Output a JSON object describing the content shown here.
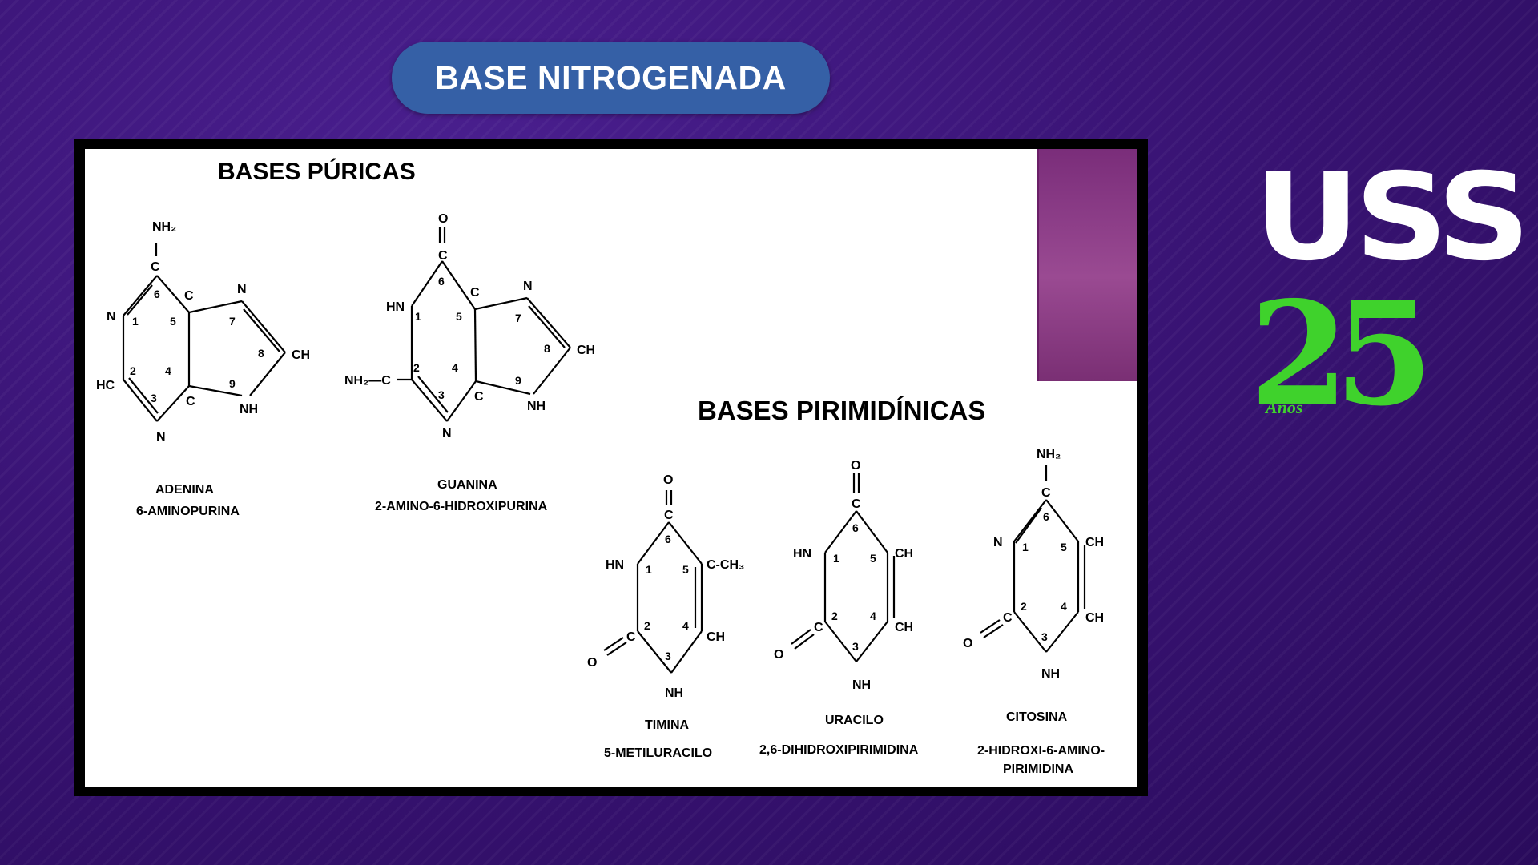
{
  "slide": {
    "title": "BASE NITROGENADA"
  },
  "figure": {
    "purine_heading": "BASES PÚRICAS",
    "pyrimidine_heading": "BASES PIRIMIDÍNICAS",
    "molecules": [
      {
        "id": "adenina",
        "name": "ADENINA",
        "subtitle": "6-AMINOPURINA"
      },
      {
        "id": "guanina",
        "name": "GUANINA",
        "subtitle": "2-AMINO-6-HIDROXIPURINA"
      },
      {
        "id": "timina",
        "name": "TIMINA",
        "subtitle": "5-METILURACILO"
      },
      {
        "id": "uracilo",
        "name": "URACILO",
        "subtitle": "2,6-DIHIDROXIPIRIMIDINA"
      },
      {
        "id": "citosina",
        "name": "CITOSINA",
        "subtitle_line1": "2-HIDROXI-6-AMINO-",
        "subtitle_line2": "PIRIMIDINA"
      }
    ],
    "atoms": {
      "nh2": "NH₂",
      "n": "N",
      "c": "C",
      "o": "O",
      "ch": "CH",
      "hc": "HC",
      "nh": "NH",
      "hn": "HN",
      "c_ch3": "C-CH₃",
      "nh2_c": "NH₂—C",
      "n1": "1",
      "n2": "2",
      "n3": "3",
      "n4": "4",
      "n5": "5",
      "n6": "6",
      "n7": "7",
      "n8": "8",
      "n9": "9"
    }
  },
  "logo": {
    "brand": "USS",
    "anniversary_number": "25",
    "anniversary_word": "Años",
    "brand_color": "#ffffff",
    "anniversary_color": "#3fd22c"
  },
  "colors": {
    "background": "#3a1476",
    "title_pill": "#3560a6",
    "panel_accent": "#8a3b84"
  }
}
